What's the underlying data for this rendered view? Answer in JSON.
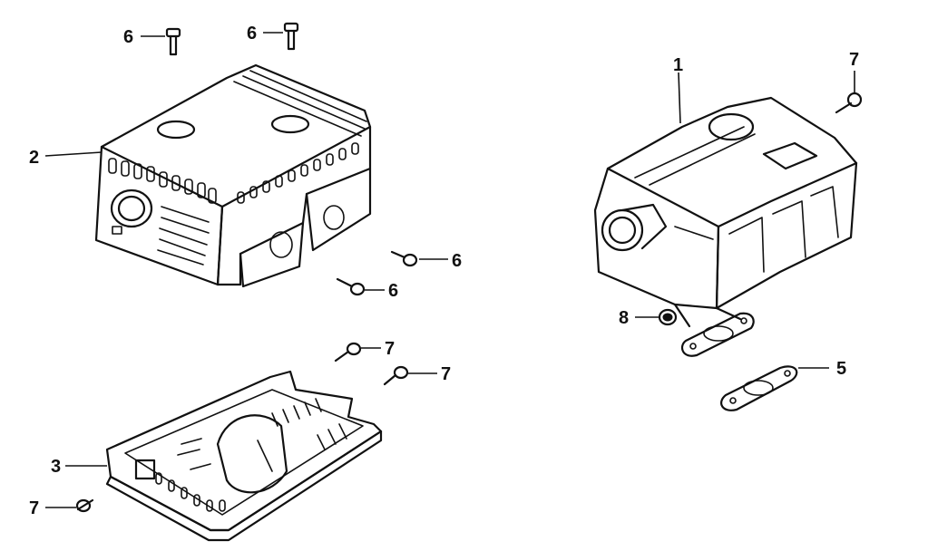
{
  "callouts": {
    "c1": "1",
    "c2": "2",
    "c3": "3",
    "c5": "5",
    "c6a": "6",
    "c6b": "6",
    "c6c": "6",
    "c6d": "6",
    "c7a": "7",
    "c7b": "7",
    "c7c": "7",
    "c7d": "7",
    "c8": "8"
  }
}
